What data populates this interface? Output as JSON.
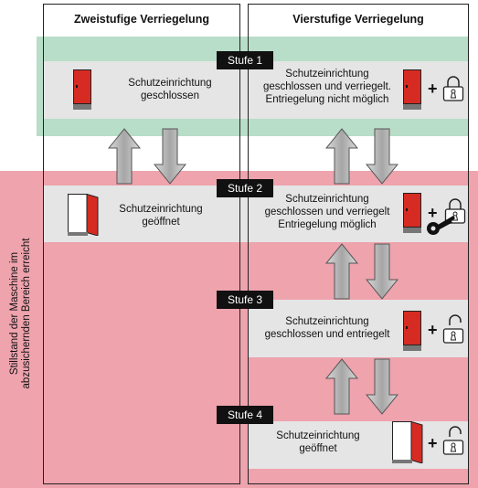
{
  "columns": {
    "left_title": "Zweistufige Verriegelung",
    "right_title": "Vierstufige Verriegelung"
  },
  "side_label": "Stillstand der Maschine im\nabzusichernden Bereich erreicht",
  "stages": [
    {
      "label": "Stufe 1",
      "left_text": "Schutzeinrichtung\ngeschlossen",
      "right_text": "Schutzeinrichtung\ngeschlossen und verriegelt.\nEntriegelung nicht möglich"
    },
    {
      "label": "Stufe 2",
      "left_text": "Schutzeinrichtung\ngeöffnet",
      "right_text": "Schutzeinrichtung\ngeschlossen und verriegelt\nEntriegelung möglich"
    },
    {
      "label": "Stufe 3",
      "right_text": "Schutzeinrichtung\ngeschlossen und entriegelt"
    },
    {
      "label": "Stufe 4",
      "right_text": "Schutzeinrichtung\ngeöffnet"
    }
  ],
  "plus_sign": "+",
  "colors": {
    "green_zone": "#b8ddc8",
    "red_zone": "#eea3ad",
    "row": "#e5e5e5",
    "door": "#d62b22",
    "arrow": "#a0a0a0"
  },
  "icons": [
    "door-closed-icon",
    "door-open-icon",
    "padlock-closed-icon",
    "padlock-open-icon",
    "key-icon",
    "arrow-up-icon",
    "arrow-down-icon"
  ]
}
